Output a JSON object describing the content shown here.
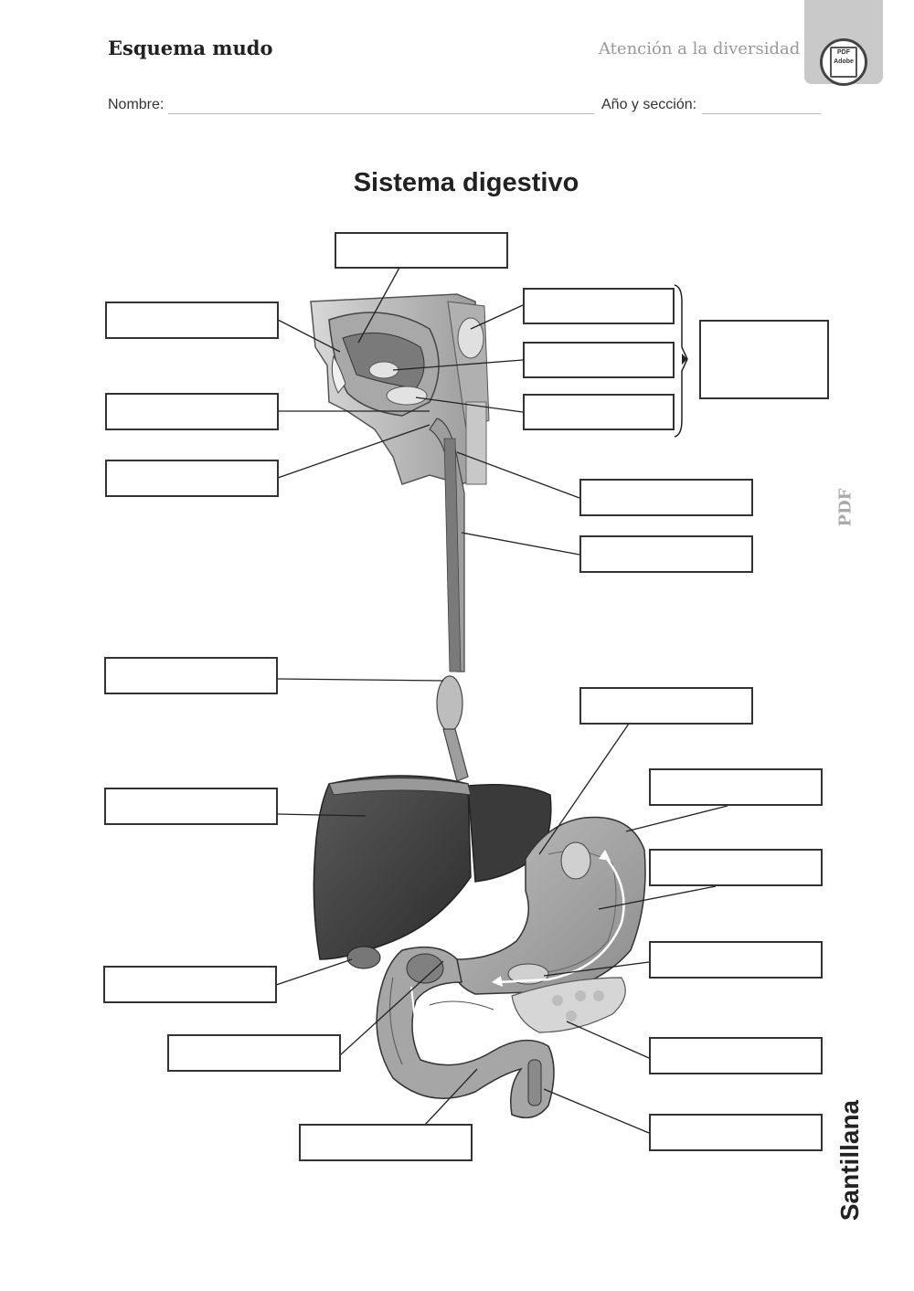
{
  "header": {
    "section_title": "Esquema mudo",
    "series_title": "Atención a la diversidad",
    "badge_label": "PDF",
    "badge_sub": "Adobe"
  },
  "form": {
    "name_label": "Nombre:",
    "section_label": "Año y sección:"
  },
  "worksheet": {
    "title": "Sistema digestivo"
  },
  "side": {
    "format_label": "PDF",
    "publisher": "Santillana"
  },
  "colors": {
    "tissue_dark": "#4a4a4a",
    "tissue_mid": "#8a8a8a",
    "tissue_light": "#c8c8c8",
    "outline": "#333333"
  },
  "icons": [
    "pdf-file-icon"
  ]
}
